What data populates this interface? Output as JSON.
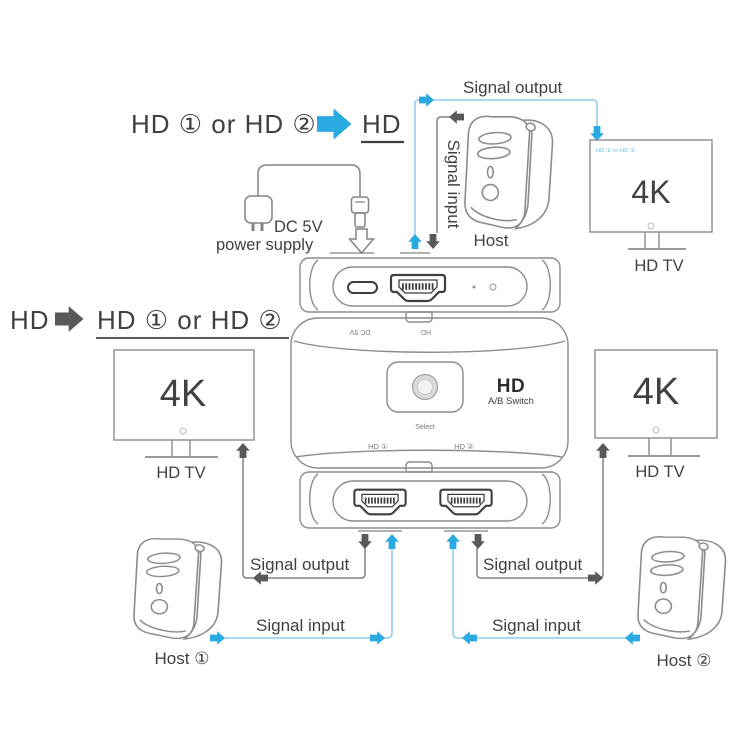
{
  "colors": {
    "accent_cyan": "#29ABE2",
    "flow_gray": "#58595B"
  },
  "top_left_heading": {
    "source": "HD ① or HD ②",
    "target": "HD"
  },
  "mid_left_heading": {
    "source": "HD",
    "target": "HD ① or HD ②"
  },
  "power_supply": {
    "line1": "DC 5V",
    "line2": "power supply"
  },
  "top_section": {
    "signal_output": "Signal output",
    "signal_input_vertical": "Signal input",
    "host_label": "Host"
  },
  "monitors": {
    "top_right": {
      "screen_note": "HD ① or HD ②",
      "resolution": "4K",
      "label": "HD TV"
    },
    "left": {
      "resolution": "4K",
      "label": "HD TV"
    },
    "right": {
      "resolution": "4K",
      "label": "HD TV"
    }
  },
  "device": {
    "top_edge": {
      "dc_label": "DC 5V",
      "hd_label": "HD"
    },
    "logo_line1": "HD",
    "logo_line2": "A/B Switch",
    "select_label": "Select",
    "port1_label": "HD ①",
    "port2_label": "HD ②"
  },
  "bottom_left": {
    "signal_output": "Signal output",
    "signal_input": "Signal input",
    "host_label": "Host ①"
  },
  "bottom_right": {
    "signal_output": "Signal output",
    "signal_input": "Signal input",
    "host_label": "Host ②"
  }
}
